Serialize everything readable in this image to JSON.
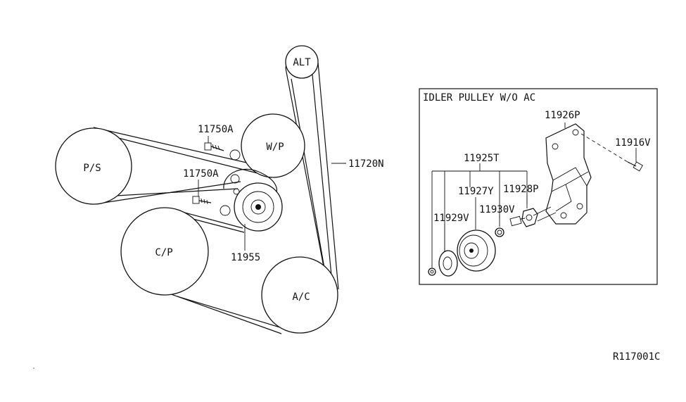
{
  "pulleys": {
    "alt": "ALT",
    "wp": "W/P",
    "ps": "P/S",
    "cp": "C/P",
    "ac": "A/C"
  },
  "callouts": {
    "bolt_upper": "11750A",
    "bolt_lower": "11750A",
    "belt": "11720N",
    "idler": "11955"
  },
  "inset": {
    "title": "IDLER PULLEY W/O AC",
    "bracket": "11926P",
    "bolt": "11916V",
    "assembly": "11925T",
    "pulley": "11927Y",
    "spacer": "11928P",
    "washer": "11930V",
    "cover": "11929V"
  },
  "diagram_id": "R117001C"
}
